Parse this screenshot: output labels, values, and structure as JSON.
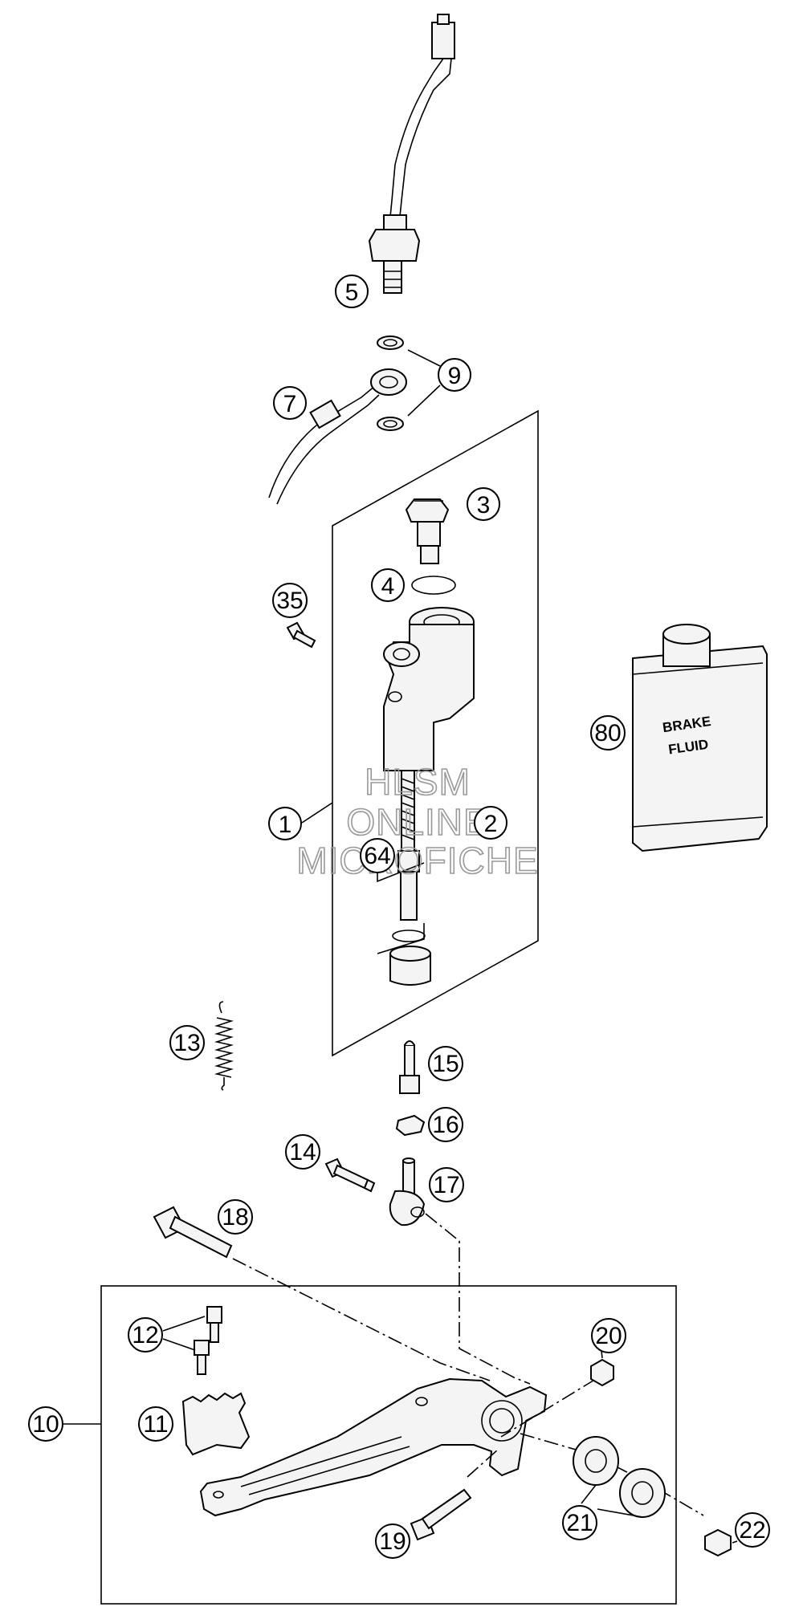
{
  "callouts": [
    {
      "id": "c1",
      "label": "1"
    },
    {
      "id": "c2",
      "label": "2"
    },
    {
      "id": "c3",
      "label": "3"
    },
    {
      "id": "c4",
      "label": "4"
    },
    {
      "id": "c5",
      "label": "5"
    },
    {
      "id": "c7",
      "label": "7"
    },
    {
      "id": "c9",
      "label": "9"
    },
    {
      "id": "c10",
      "label": "10"
    },
    {
      "id": "c11",
      "label": "11"
    },
    {
      "id": "c12",
      "label": "12"
    },
    {
      "id": "c13",
      "label": "13"
    },
    {
      "id": "c14",
      "label": "14"
    },
    {
      "id": "c15",
      "label": "15"
    },
    {
      "id": "c16",
      "label": "16"
    },
    {
      "id": "c17",
      "label": "17"
    },
    {
      "id": "c18",
      "label": "18"
    },
    {
      "id": "c19",
      "label": "19"
    },
    {
      "id": "c20",
      "label": "20"
    },
    {
      "id": "c21",
      "label": "21"
    },
    {
      "id": "c22",
      "label": "22"
    },
    {
      "id": "c35",
      "label": "35"
    },
    {
      "id": "c64",
      "label": "64"
    },
    {
      "id": "c80",
      "label": "80"
    }
  ],
  "container_label": {
    "line1": "BRAKE",
    "line2": "FLUID"
  },
  "watermark": {
    "line1": "HLSM",
    "line2": "ONLINE",
    "line3": "MICROFICHE"
  }
}
